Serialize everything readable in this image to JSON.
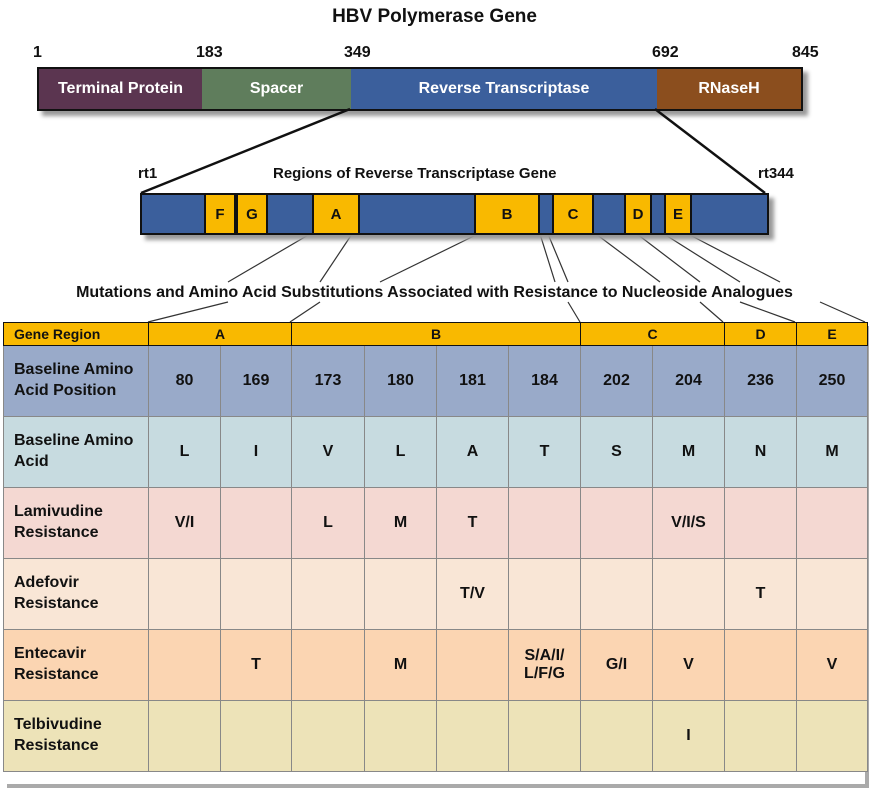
{
  "title": "HBV Polymerase Gene",
  "gene_positions": [
    "1",
    "183",
    "349",
    "692",
    "845"
  ],
  "gene_segments": [
    {
      "label": "Terminal Protein",
      "color": "#5b3550"
    },
    {
      "label": "Spacer",
      "color": "#5f7d5c"
    },
    {
      "label": "Reverse Transcriptase",
      "color": "#3b5f9c"
    },
    {
      "label": "RNaseH",
      "color": "#8b4e1e"
    }
  ],
  "rt": {
    "start_label": "rt1",
    "end_label": "rt344",
    "title": "Regions of Reverse Transcriptase Gene",
    "regions": [
      "F",
      "G",
      "A",
      "B",
      "C",
      "D",
      "E"
    ]
  },
  "subtitle": "Mutations and Amino Acid Substitutions Associated with Resistance to Nucleoside Analogues",
  "table": {
    "gene_region_label": "Gene Region",
    "regions": [
      "A",
      "B",
      "C",
      "D",
      "E"
    ],
    "rows": [
      {
        "label": "Baseline Amino Acid Position",
        "values": [
          "80",
          "169",
          "173",
          "180",
          "181",
          "184",
          "202",
          "204",
          "236",
          "250"
        ]
      },
      {
        "label": "Baseline Amino Acid",
        "values": [
          "L",
          "I",
          "V",
          "L",
          "A",
          "T",
          "S",
          "M",
          "N",
          "M"
        ]
      },
      {
        "label": "Lamivudine Resistance",
        "values": [
          "V/I",
          "",
          "L",
          "M",
          "T",
          "",
          "",
          "V/I/S",
          "",
          ""
        ]
      },
      {
        "label": "Adefovir Resistance",
        "values": [
          "",
          "",
          "",
          "",
          "T/V",
          "",
          "",
          "",
          "T",
          ""
        ]
      },
      {
        "label": "Entecavir Resistance",
        "values": [
          "",
          "T",
          "",
          "M",
          "",
          "S/A/I/ L/F/G",
          "G/I",
          "V",
          "",
          "V"
        ]
      },
      {
        "label": "Telbivudine Resistance",
        "values": [
          "",
          "",
          "",
          "",
          "",
          "",
          "",
          "I",
          "",
          ""
        ]
      }
    ]
  },
  "colors": {
    "region_box": "#f9b900",
    "rt_bar": "#3b5f9c",
    "row_position": "#99aac9",
    "row_baseline": "#c7dbe0",
    "row_lamivudine": "#f4d8d2",
    "row_adefovir": "#f9e6d6",
    "row_entecavir": "#fbd5b2",
    "row_telbivudine": "#ede3b8"
  }
}
